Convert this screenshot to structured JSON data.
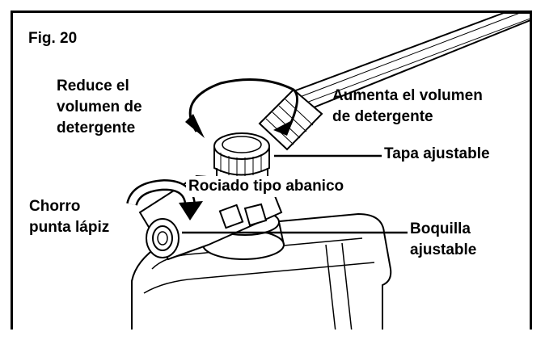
{
  "figure": {
    "number": "Fig. 20",
    "labels": {
      "reduce": "Reduce el\nvolumen de\ndetergente",
      "increase": "Aumenta el volumen\nde detergente",
      "cap": "Tapa ajustable",
      "fan": "Rociado tipo abanico",
      "pencil": "Chorro\npunta lápiz",
      "nozzle": "Boquilla\najustable"
    }
  }
}
